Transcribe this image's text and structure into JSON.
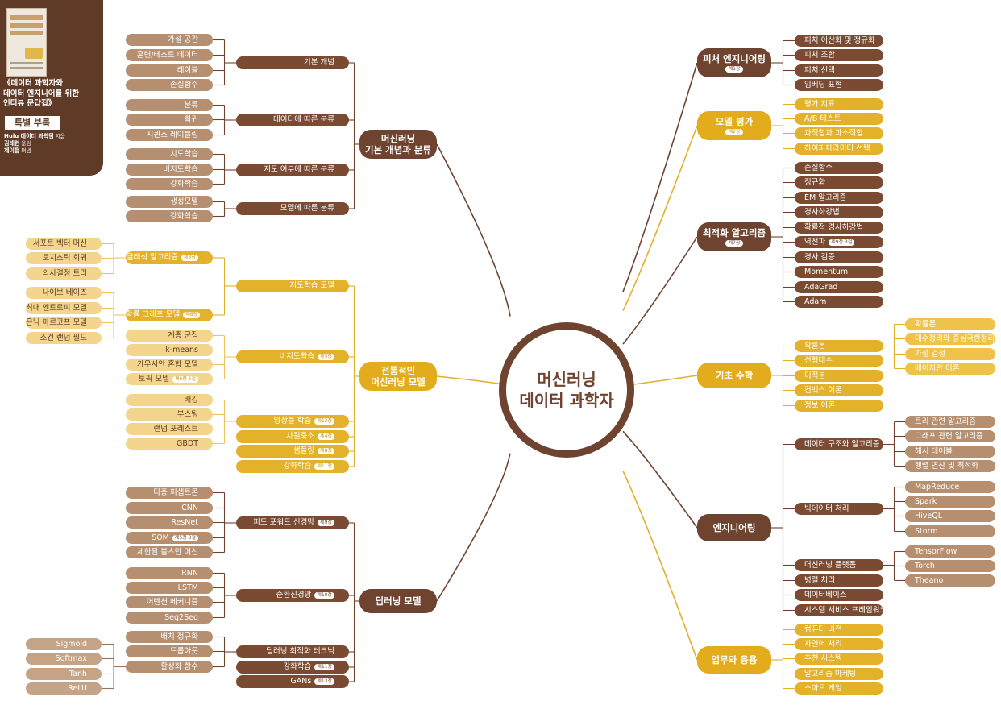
{
  "book": {
    "title_lines": [
      "《데이터 과학자와",
      "데이터 엔지니어를 위한",
      "인터뷰 문답집》"
    ],
    "badge": "특별 부록",
    "credits": [
      {
        "name": "Hulu 데이터 과학팀",
        "role": "지음"
      },
      {
        "name": "김태헌",
        "role": "옮김"
      },
      {
        "name": "제이펍",
        "role": "펴냄"
      }
    ]
  },
  "center": {
    "line1": "머신러닝",
    "line2": "데이터 과학자"
  },
  "left": {
    "hubs": [
      {
        "line1": "머신러닝",
        "line2": "기본 개념과 분류"
      },
      {
        "line1": "전통적인",
        "line2": "머신러닝 모델"
      },
      {
        "line1": "딥러닝 모델",
        "line2": ""
      }
    ],
    "basics": {
      "groups": [
        {
          "label": "기본 개념",
          "items": [
            "가설 공간",
            "훈련/테스트 데이터",
            "레이블",
            "손실함수"
          ]
        },
        {
          "label": "데이터에 따른 분류",
          "items": [
            "분류",
            "회귀",
            "시퀀스 레이블링"
          ]
        },
        {
          "label": "지도 여부에 따른 분류",
          "items": [
            "지도학습",
            "비지도학습",
            "강화학습"
          ]
        },
        {
          "label": "모델에 따른 분류",
          "items": [
            "생성모델",
            "강화학습"
          ]
        }
      ]
    },
    "traditional": {
      "supervised": {
        "label": "지도학습 모델"
      },
      "classic": {
        "label": "클래식 알고리즘",
        "badge": "제3장",
        "items": [
          "서포트 벡터 머신",
          "로지스틱 회귀",
          "의사결정 트리"
        ]
      },
      "graph": {
        "label": "확률 그래프 모델",
        "badge": "제6장",
        "items": [
          "나이브 베이즈",
          "최대 엔트로피 모델",
          "은닉 마르코프 모델",
          "조건 랜덤 필드"
        ]
      },
      "unsupervised": {
        "label": "비지도학습",
        "badge": "제5장",
        "items": [
          "계층 군집",
          "k-means",
          "가우시안 혼합 모델",
          "토픽 모델"
        ],
        "topic_badge": "제6장 5절"
      },
      "ensemble": {
        "label": "앙상블 학습",
        "badge": "제12장",
        "items": [
          "배깅",
          "부스팅",
          "랜덤 포레스트",
          "GBDT"
        ]
      },
      "others": [
        {
          "label": "차원축소",
          "badge": "제4장"
        },
        {
          "label": "샘플링",
          "badge": "제8장"
        },
        {
          "label": "강화학습",
          "badge": "제11장"
        }
      ]
    },
    "deep": {
      "ffn": {
        "label": "피드 포워드 신경망",
        "badge": "제9장",
        "items": [
          "다층 퍼셉트론",
          "CNN",
          "ResNet",
          "SOM",
          "제한된 볼츠만 머신"
        ],
        "som_badge": "제5장 3절"
      },
      "rnn": {
        "label": "순환신경망",
        "badge": "제10장",
        "items": [
          "RNN",
          "LSTM",
          "어텐션 메커니즘",
          "Seq2Seq"
        ]
      },
      "opt": {
        "label": "딥러닝 최적화 테크닉",
        "items": [
          "배치 정규화",
          "드롭아웃",
          "활성화 함수"
        ],
        "activations": [
          "Sigmoid",
          "Softmax",
          "Tanh",
          "ReLU"
        ]
      },
      "others": [
        {
          "label": "강화학습",
          "badge": "제11장"
        },
        {
          "label": "GANs",
          "badge": "제13장"
        }
      ]
    }
  },
  "right": {
    "feature": {
      "label": "피처 엔지니어링",
      "badge": "제1장",
      "items": [
        "피처 이산화 및 정규화",
        "피처 조합",
        "피처 선택",
        "임베딩 표현"
      ]
    },
    "eval": {
      "label": "모델 평가",
      "badge": "제2장",
      "items": [
        "평가 지표",
        "A/B 테스트",
        "과적합과 과소적합",
        "하이퍼파라미터 선택"
      ]
    },
    "optim": {
      "label": "최적화 알고리즘",
      "badge": "제7장",
      "items": [
        "손실함수",
        "정규화",
        "EM 알고리즘",
        "경사하강법",
        "확률적 경사하강법",
        "역전파",
        "경사 검증",
        "Momentum",
        "AdaGrad",
        "Adam"
      ],
      "backprop_badge": "제9장 3절"
    },
    "math": {
      "label": "기초 수학",
      "items": [
        "확률론",
        "선형대수",
        "미적분",
        "컨벡스 이론",
        "정보 이론"
      ],
      "prob_items": [
        "확률론",
        "대수정리와 중심극한정리",
        "가설 검정",
        "베이지안 이론"
      ]
    },
    "eng": {
      "label": "엔지니어링",
      "ds": {
        "label": "데이터 구조와 알고리즘",
        "items": [
          "트리 관련 알고리즘",
          "그래프 관련 알고리즘",
          "해시 테이블",
          "행렬 연산 및 최적화"
        ]
      },
      "bigdata": {
        "label": "빅데이터 처리",
        "items": [
          "MapReduce",
          "Spark",
          "HiveQL",
          "Storm"
        ]
      },
      "platform": {
        "label": "머신러닝 플랫폼",
        "items": [
          "TensorFlow",
          "Torch",
          "Theano"
        ]
      },
      "others": [
        "병렬 처리",
        "데이터베이스",
        "시스템 서비스 프레임워크"
      ]
    },
    "apps": {
      "label": "업무와 응용",
      "items": [
        "컴퓨터 비전",
        "자연어 처리",
        "추천 시스템",
        "알고리즘 마케팅",
        "스마트 게임"
      ]
    }
  }
}
